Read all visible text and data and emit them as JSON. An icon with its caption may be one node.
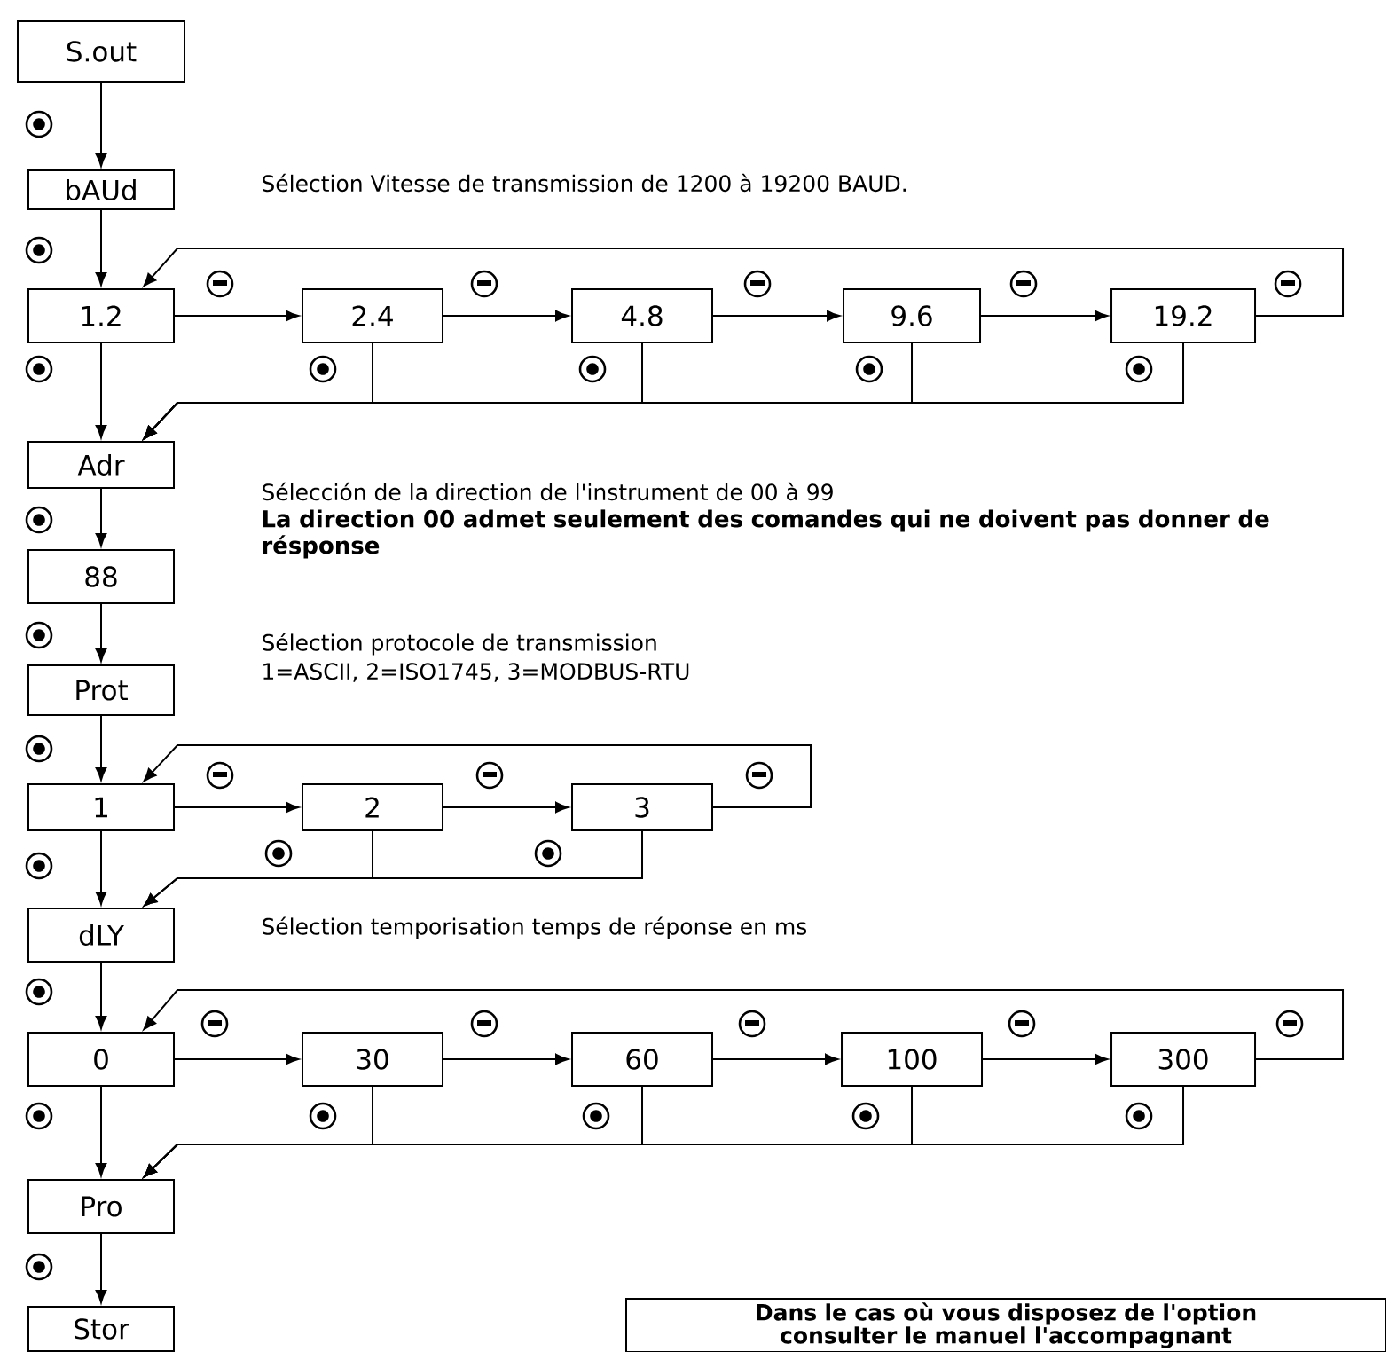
{
  "diagram": {
    "nodes": [
      {
        "text": [
          "S.out"
        ]
      },
      {
        "text": [
          "bAUd"
        ]
      },
      {
        "text": [
          "1.2"
        ]
      },
      {
        "text": [
          "2.4"
        ]
      },
      {
        "text": [
          "4.8"
        ]
      },
      {
        "text": [
          "9.6"
        ]
      },
      {
        "text": [
          "19.2"
        ]
      },
      {
        "text": [
          "Adr"
        ]
      },
      {
        "text": [
          "88"
        ]
      },
      {
        "text": [
          "Prot"
        ]
      },
      {
        "text": [
          "1"
        ]
      },
      {
        "text": [
          "2"
        ]
      },
      {
        "text": [
          "3"
        ]
      },
      {
        "text": [
          "dLY"
        ]
      },
      {
        "text": [
          "0"
        ]
      },
      {
        "text": [
          "30"
        ]
      },
      {
        "text": [
          "60"
        ]
      },
      {
        "text": [
          "100"
        ]
      },
      {
        "text": [
          "300"
        ]
      },
      {
        "text": [
          "Pro"
        ]
      },
      {
        "text": [
          "Stor"
        ]
      },
      {
        "text": [
          "Dans le cas où vous disposez de l'option consulter le manuel l'accompagnant"
        ]
      }
    ],
    "edges": [
      {
        "from": 0,
        "to": 1,
        "arrow": "to"
      },
      {
        "from": 1,
        "to": 2,
        "arrow": "to"
      },
      {
        "from": 2,
        "to": 3,
        "arrow": "to"
      },
      {
        "from": 3,
        "to": 4,
        "arrow": "to"
      },
      {
        "from": 4,
        "to": 5,
        "arrow": "to"
      },
      {
        "from": 5,
        "to": 6,
        "arrow": "to"
      },
      {
        "from": 6,
        "to": 2,
        "arrow": "to"
      },
      {
        "from": 2,
        "to": 7,
        "arrow": "to"
      },
      {
        "from": 3,
        "to": 7,
        "arrow": "to"
      },
      {
        "from": 4,
        "to": 7,
        "arrow": "to"
      },
      {
        "from": 5,
        "to": 7,
        "arrow": "to"
      },
      {
        "from": 6,
        "to": 7,
        "arrow": "to"
      },
      {
        "from": 7,
        "to": 8,
        "arrow": "to"
      },
      {
        "from": 8,
        "to": 9,
        "arrow": "to"
      },
      {
        "from": 9,
        "to": 10,
        "arrow": "to"
      },
      {
        "from": 10,
        "to": 11,
        "arrow": "to"
      },
      {
        "from": 11,
        "to": 12,
        "arrow": "to"
      },
      {
        "from": 12,
        "to": 10,
        "arrow": "to"
      },
      {
        "from": 10,
        "to": 13,
        "arrow": "to"
      },
      {
        "from": 11,
        "to": 13,
        "arrow": "to"
      },
      {
        "from": 12,
        "to": 13,
        "arrow": "to"
      },
      {
        "from": 13,
        "to": 14,
        "arrow": "to"
      },
      {
        "from": 14,
        "to": 15,
        "arrow": "to"
      },
      {
        "from": 15,
        "to": 16,
        "arrow": "to"
      },
      {
        "from": 16,
        "to": 17,
        "arrow": "to"
      },
      {
        "from": 17,
        "to": 18,
        "arrow": "to"
      },
      {
        "from": 18,
        "to": 14,
        "arrow": "to"
      },
      {
        "from": 14,
        "to": 19,
        "arrow": "to"
      },
      {
        "from": 15,
        "to": 19,
        "arrow": "to"
      },
      {
        "from": 16,
        "to": 19,
        "arrow": "to"
      },
      {
        "from": 17,
        "to": 19,
        "arrow": "to"
      },
      {
        "from": 18,
        "to": 19,
        "arrow": "to"
      },
      {
        "from": 19,
        "to": 20,
        "arrow": "to"
      }
    ],
    "labels": [
      "Sélection Vitesse de transmission de 1200 à 19200 BAUD.",
      "Sélección de la direction de l'instrument de 00 à 99",
      "La direction 00 admet seulement des comandes qui ne doivent pas donner de résponse",
      "Sélection protocole de transmission",
      "1=ASCII, 2=ISO1745, 3=MODBUS-RTU",
      "Sélection temporisation temps de réponse en ms"
    ]
  }
}
